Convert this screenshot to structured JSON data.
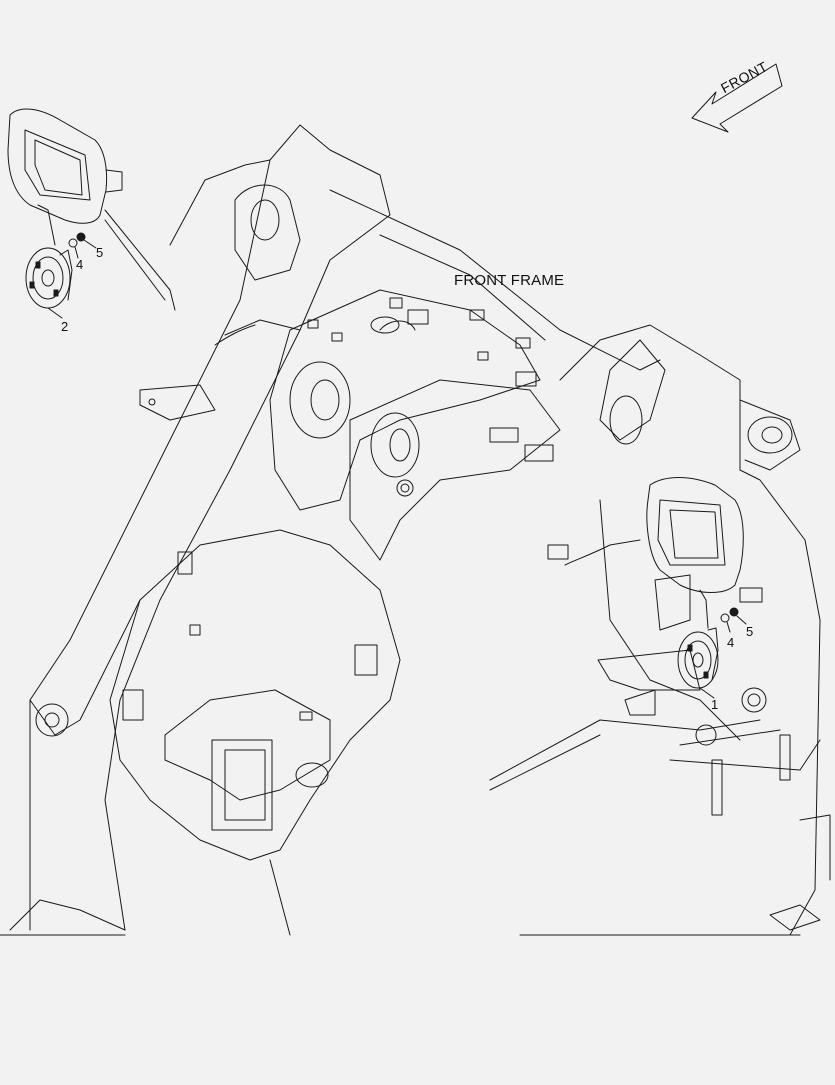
{
  "drawing": {
    "title": "FRONT FRAME",
    "direction_arrow": {
      "label": "FRONT",
      "icon": "direction-arrow-icon"
    },
    "callouts": {
      "left_horn": "2",
      "left_washer": "4",
      "left_bolt": "5",
      "right_horn": "1",
      "right_washer": "4",
      "right_bolt": "5"
    },
    "colors": {
      "background": "#f2f2f2",
      "line": "#1a1a1a"
    }
  }
}
